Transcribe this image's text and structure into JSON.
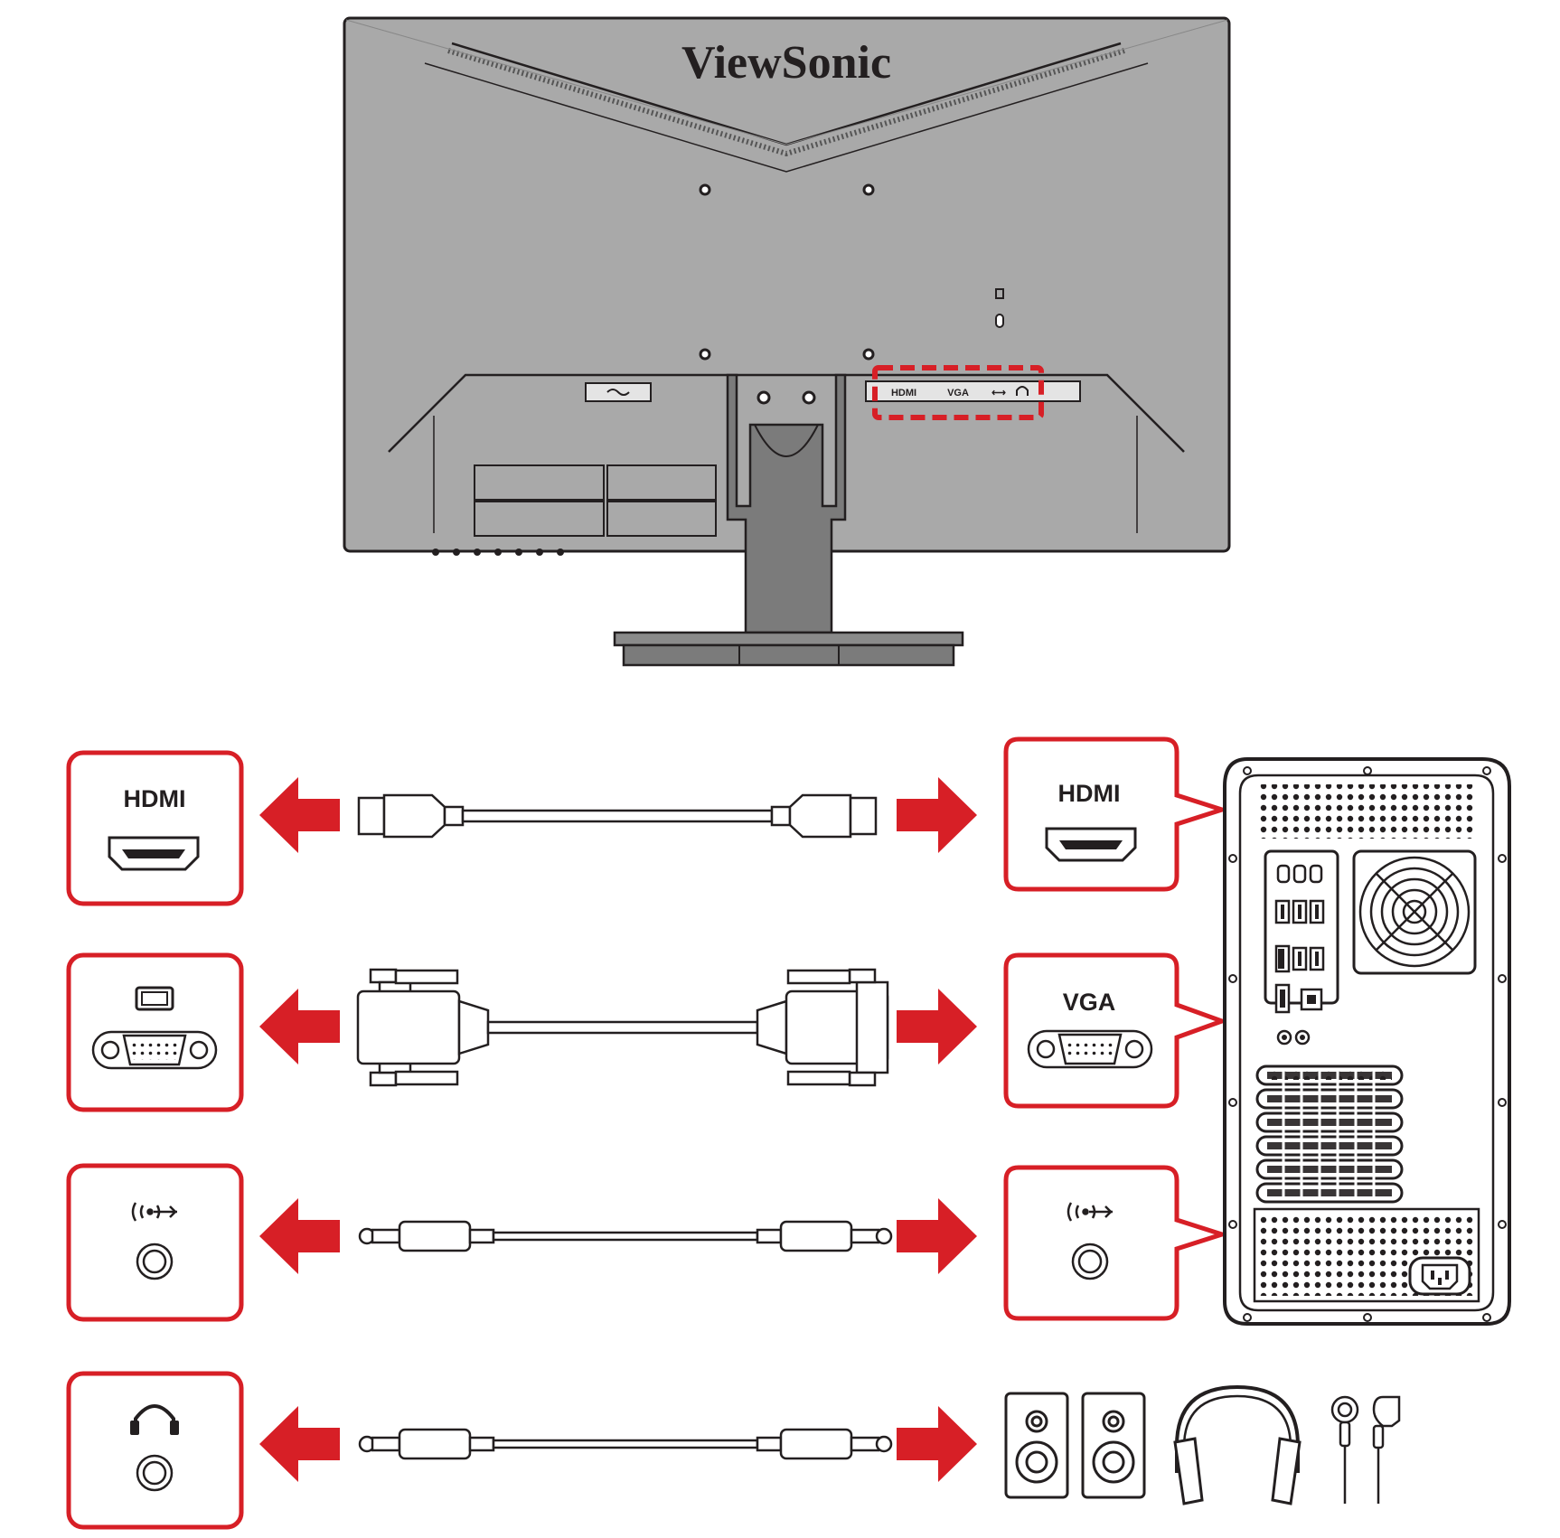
{
  "brand": "ViewSonic",
  "colors": {
    "accent": "#d71f26",
    "monitor": "#a8a8a8",
    "stand": "#7b7b7b",
    "ink": "#231f20"
  },
  "monitor_panel_labels": {
    "hdmi": "HDMI",
    "vga": "VGA"
  },
  "connections": [
    {
      "id": "hdmi",
      "monitor_port_label": "HDMI",
      "pc_port_label": "HDMI",
      "icon": "hdmi-port-icon"
    },
    {
      "id": "vga",
      "monitor_port_label": "",
      "pc_port_label": "VGA",
      "icon": "vga-port-icon"
    },
    {
      "id": "audio-in",
      "monitor_port_label": "",
      "pc_port_label": "",
      "icon": "audio-jack-icon"
    },
    {
      "id": "headphone-out",
      "monitor_port_label": "",
      "pc_port_label": "",
      "icon": "headphone-jack-icon"
    }
  ],
  "audio_devices": [
    "speakers-icon",
    "headphones-icon",
    "earphones-icon"
  ]
}
